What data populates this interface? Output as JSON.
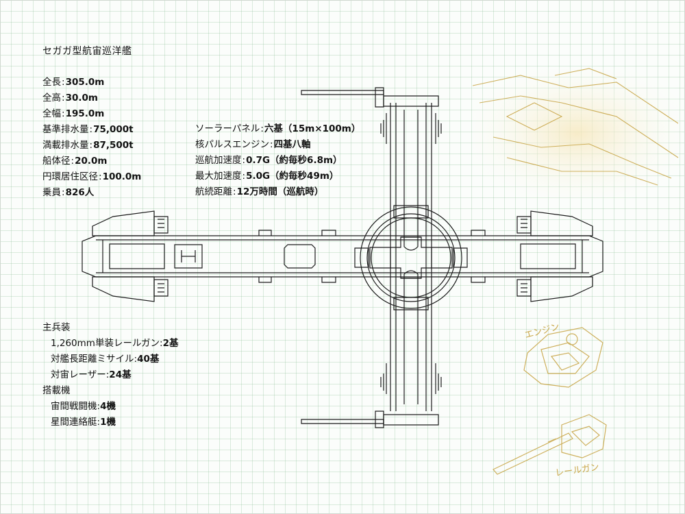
{
  "title": "セガガ型航宙巡洋艦",
  "specs_left": [
    {
      "k": "全長",
      "v": "305.0m"
    },
    {
      "k": "全高",
      "v": "30.0m"
    },
    {
      "k": "全幅",
      "v": "195.0m"
    },
    {
      "k": "基準排水量",
      "v": "75,000t"
    },
    {
      "k": "満載排水量",
      "v": "87,500t"
    },
    {
      "k": "船体径",
      "v": "20.0m"
    },
    {
      "k": "円環居住区径",
      "v": "100.0m"
    },
    {
      "k": "乗員",
      "v": "826人"
    }
  ],
  "specs_right": [
    {
      "k": "ソーラーパネル",
      "v": "六基（15m×100m）"
    },
    {
      "k": "核パルスエンジン",
      "v": "四基八軸"
    },
    {
      "k": "巡航加速度",
      "v": "0.7G（約毎秒6.8m）"
    },
    {
      "k": "最大加速度",
      "v": "5.0G（約毎秒49m）"
    },
    {
      "k": "航続距離",
      "v": "12万時間（巡航時）"
    }
  ],
  "weapons": {
    "main_head": "主兵装",
    "main_items": [
      {
        "k": "1,260mm単装レールガン",
        "v": "2基"
      },
      {
        "k": "対艦長距離ミサイル",
        "v": "40基"
      },
      {
        "k": "対宙レーザー",
        "v": "24基"
      }
    ],
    "carry_head": "搭載機",
    "carry_items": [
      {
        "k": "宙間戦闘機",
        "v": "4機"
      },
      {
        "k": "星間連絡艇",
        "v": "1機"
      }
    ]
  },
  "sketch_labels": {
    "engine": "エンジン",
    "railgun": "レールガン"
  },
  "colors": {
    "grid": "#a8cdb0",
    "line": "#1a1a1a",
    "sketch": "#c9a74a"
  }
}
